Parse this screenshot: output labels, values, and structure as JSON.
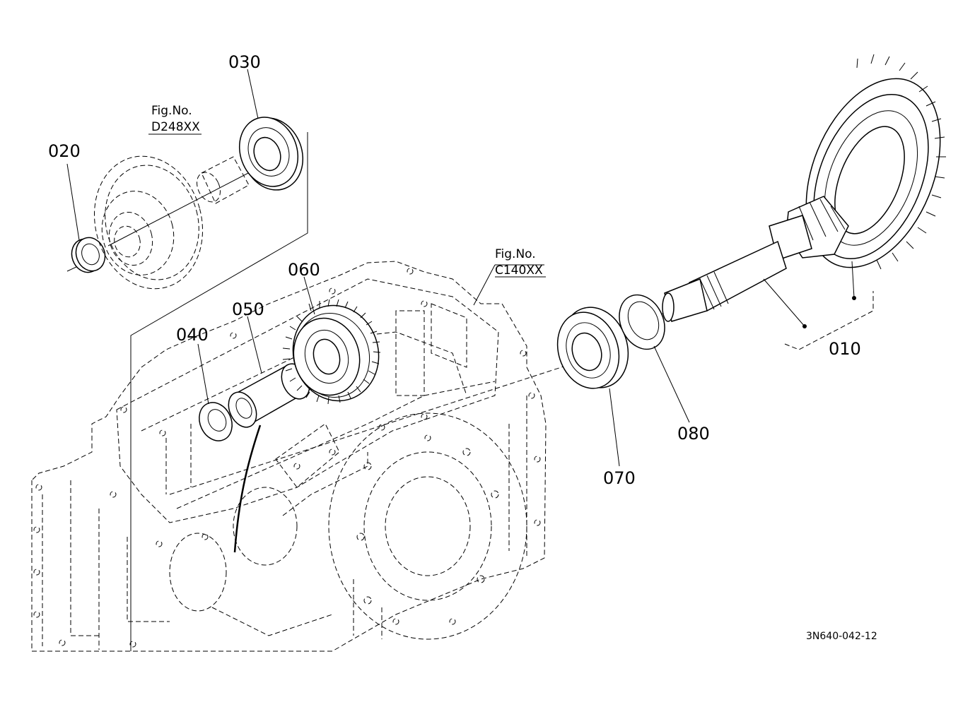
{
  "parts": [
    {
      "id": "p010",
      "label": "010"
    },
    {
      "id": "p020",
      "label": "020"
    },
    {
      "id": "p030",
      "label": "030"
    },
    {
      "id": "p040",
      "label": "040"
    },
    {
      "id": "p050",
      "label": "050"
    },
    {
      "id": "p060",
      "label": "060"
    },
    {
      "id": "p070",
      "label": "070"
    },
    {
      "id": "p080",
      "label": "080"
    }
  ],
  "fig_refs": [
    {
      "title": "Fig.No.",
      "code": "D248XX"
    },
    {
      "title": "Fig.No.",
      "code": "C140XX"
    }
  ],
  "drawing_code": "3N640-042-12"
}
